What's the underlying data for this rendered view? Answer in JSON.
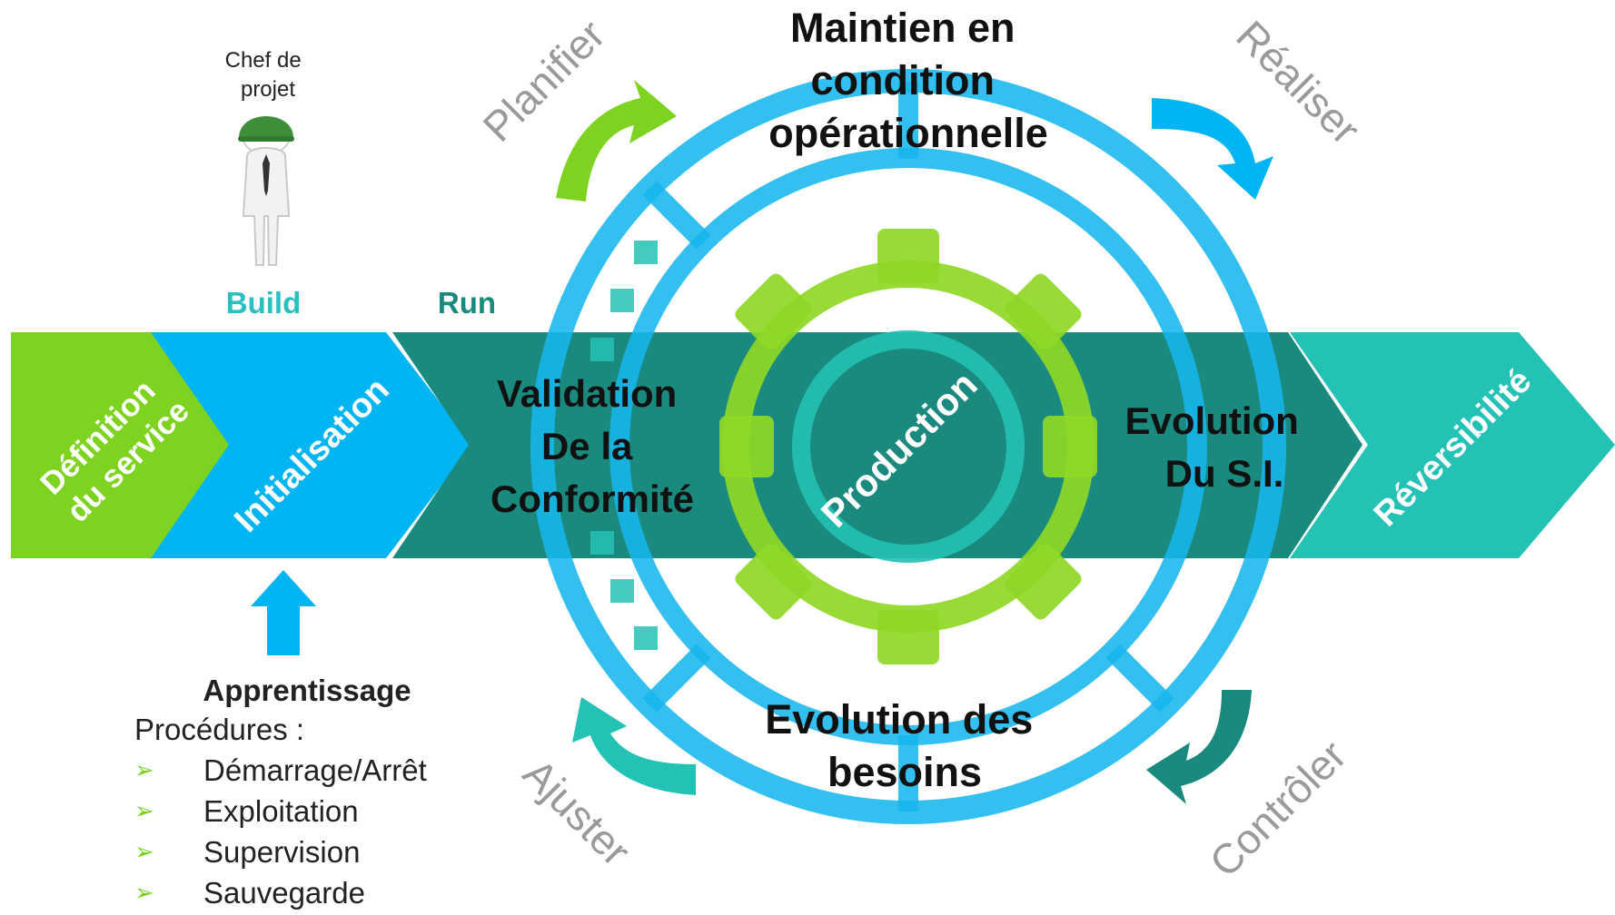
{
  "roles": {
    "chef_de_projet": [
      "Chef de",
      "projet"
    ]
  },
  "phases": {
    "build": "Build",
    "run": "Run",
    "definition": [
      "Définition",
      "du service"
    ],
    "initialisation": "Initialisation",
    "validation": [
      "Validation",
      "De la",
      "Conformité"
    ],
    "production": "Production",
    "evolution_si": [
      "Evolution",
      "Du S.I."
    ],
    "reversibilite": "Réversibilité"
  },
  "cycle": {
    "top": [
      "Maintien en",
      "condition",
      "opérationnelle"
    ],
    "bottom": [
      "Evolution des",
      "besoins"
    ],
    "planifier": "Planifier",
    "realiser": "Réaliser",
    "controler": "Contrôler",
    "ajuster": "Ajuster"
  },
  "learning": {
    "title": "Apprentissage",
    "subtitle": "Procédures :",
    "items": [
      "Démarrage/Arrêt",
      "Exploitation",
      "Supervision",
      "Sauvegarde"
    ]
  },
  "colors": {
    "green": "#7ed321",
    "blue": "#00b5f2",
    "teal": "#1b8a7e",
    "turquoise": "#24c1b5",
    "ring": "#17b6ee",
    "gear": "#8fd826"
  },
  "icons": {
    "person": "person-with-helmet-icon",
    "bullet": "arrow-bullet-icon"
  }
}
